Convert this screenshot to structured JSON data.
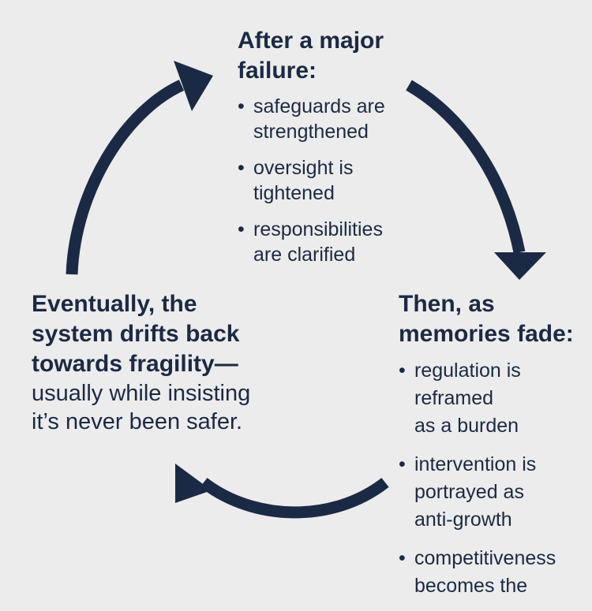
{
  "top": {
    "heading": "After a major\nfailure:",
    "bullets": [
      "safeguards are\nstrengthened",
      "oversight is\ntightened",
      "responsibilities\nare clarified"
    ]
  },
  "right": {
    "heading": "Then, as\nmemories fade:",
    "bullets": [
      "regulation is\nreframed\nas a burden",
      "intervention is\nportrayed as\nanti-growth",
      "competitiveness\nbecomes the"
    ]
  },
  "left": {
    "heading": "Eventually, the\nsystem drifts back\ntowards fragility—",
    "body": "usually while insisting\nit’s never been safer."
  },
  "bullet_symbol": "•",
  "colors": {
    "background": "#ececec",
    "arrow": "#1b2a44",
    "text": "#1b2a44"
  }
}
